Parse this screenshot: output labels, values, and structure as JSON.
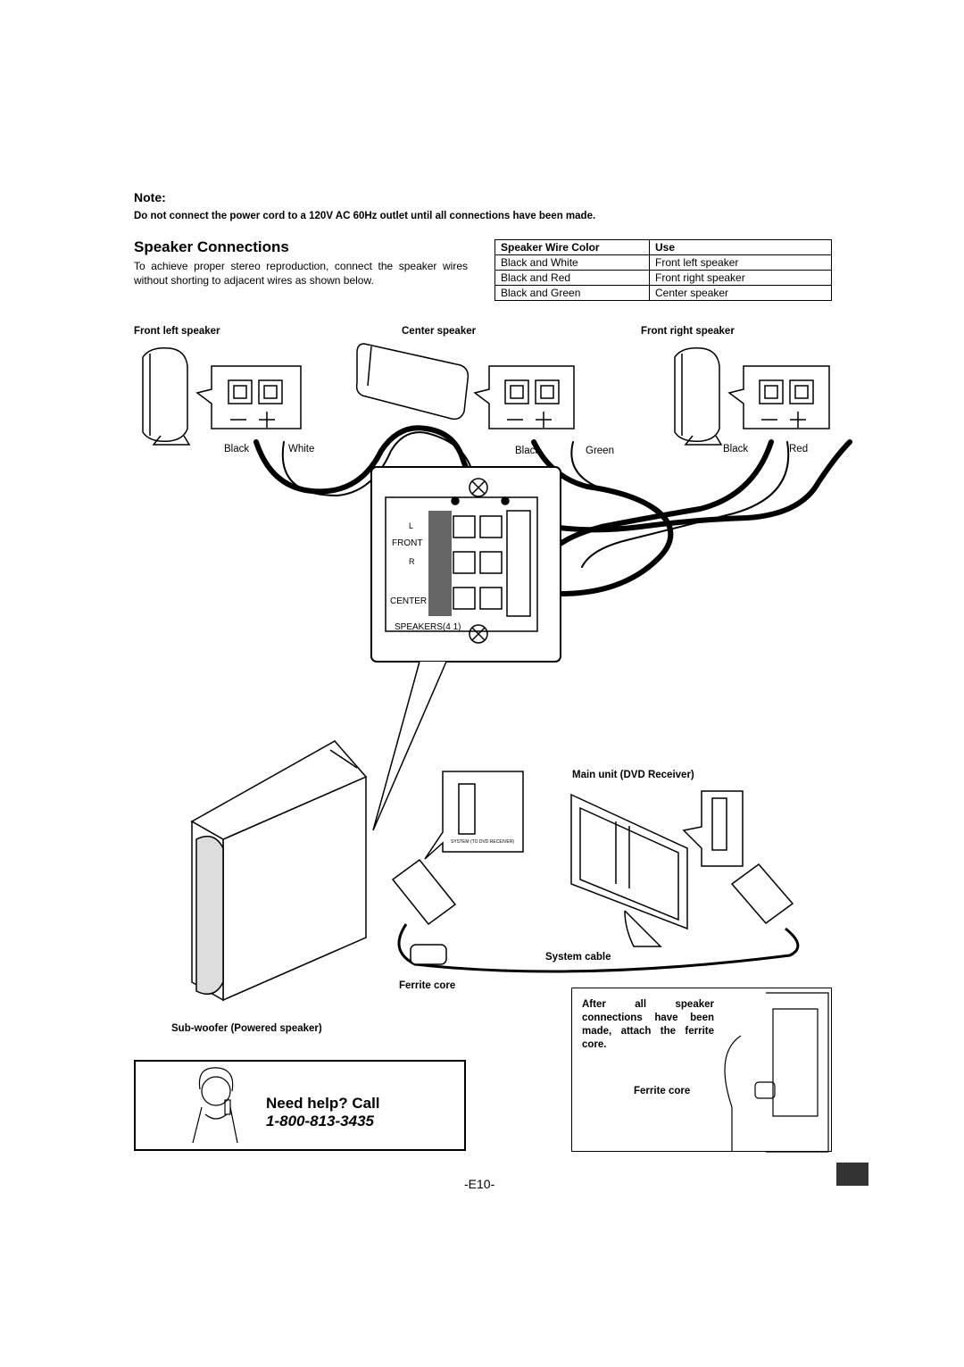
{
  "note": {
    "label": "Note:",
    "text": "Do not connect the power cord to a 120V AC 60Hz outlet until all connections have been made."
  },
  "section": {
    "title": "Speaker Connections",
    "intro": "To achieve proper stereo reproduction, connect the speaker wires without shorting to adjacent wires as shown below."
  },
  "wire_table": {
    "headers": [
      "Speaker Wire Color",
      "Use"
    ],
    "rows": [
      [
        "Black and White",
        "Front left speaker"
      ],
      [
        "Black and Red",
        "Front right speaker"
      ],
      [
        "Black and Green",
        "Center speaker"
      ]
    ]
  },
  "diagram": {
    "front_left": "Front left speaker",
    "center": "Center speaker",
    "front_right": "Front right speaker",
    "wire_black_1": "Black",
    "wire_white": "White",
    "wire_black_2": "Black",
    "wire_green": "Green",
    "wire_black_3": "Black",
    "wire_red": "Red",
    "panel_l": "L",
    "panel_front": "FRONT",
    "panel_r": "R",
    "panel_center": "CENTER",
    "panel_speakers": "SPEAKERS(4 1)",
    "system_port": "SYSTEM (TO DVD RECEIVER)",
    "main_unit": "Main unit (DVD Receiver)",
    "system_cable": "System cable",
    "ferrite_core": "Ferrite core",
    "subwoofer": "Sub-woofer (Powered speaker)"
  },
  "ferrite_box": {
    "text": "After all speaker connections have been made, attach the ferrite core.",
    "label": "Ferrite core"
  },
  "help": {
    "title": "Need help? Call",
    "phone": "1-800-813-3435"
  },
  "page_number": "-E10-"
}
